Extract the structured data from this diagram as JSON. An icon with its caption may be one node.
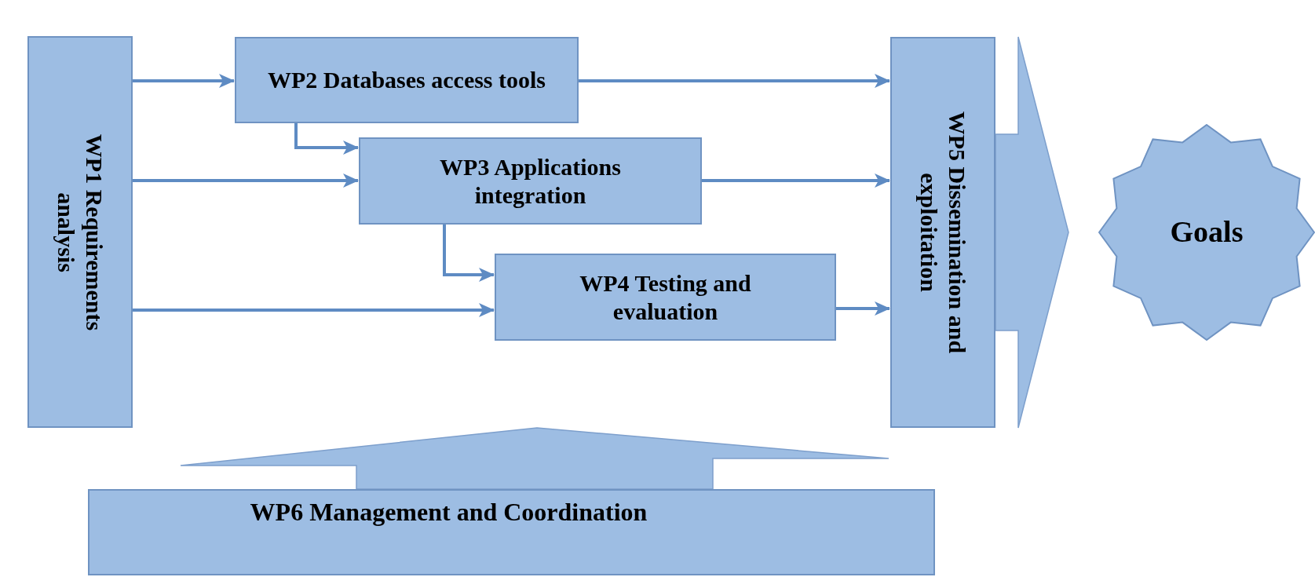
{
  "diagram": {
    "nodes": [
      {
        "text": [
          "WP1 Requirements analysis"
        ]
      },
      {
        "text": [
          "WP2 Databases access tools"
        ]
      },
      {
        "text": [
          "WP3 Applications integration"
        ]
      },
      {
        "text": [
          "WP4 Testing and evaluation"
        ]
      },
      {
        "text": [
          "WP5 Dissemination and exploitation"
        ]
      },
      {
        "text": [
          "Goals"
        ]
      },
      {
        "text": [
          "WP6 Management and Coordination"
        ]
      }
    ],
    "edges": [
      {
        "from": 0,
        "to": 1,
        "arrow": "to"
      },
      {
        "from": 0,
        "to": 2,
        "arrow": "to"
      },
      {
        "from": 0,
        "to": 3,
        "arrow": "to"
      },
      {
        "from": 1,
        "to": 2,
        "arrow": "to"
      },
      {
        "from": 2,
        "to": 3,
        "arrow": "to"
      },
      {
        "from": 1,
        "to": 4,
        "arrow": "to"
      },
      {
        "from": 2,
        "to": 4,
        "arrow": "to"
      },
      {
        "from": 3,
        "to": 4,
        "arrow": "to"
      },
      {
        "from": 4,
        "to": 5,
        "arrow": "to",
        "style": "thick"
      },
      {
        "from": 6,
        "to": null,
        "arrow": "to",
        "style": "thick"
      }
    ]
  }
}
